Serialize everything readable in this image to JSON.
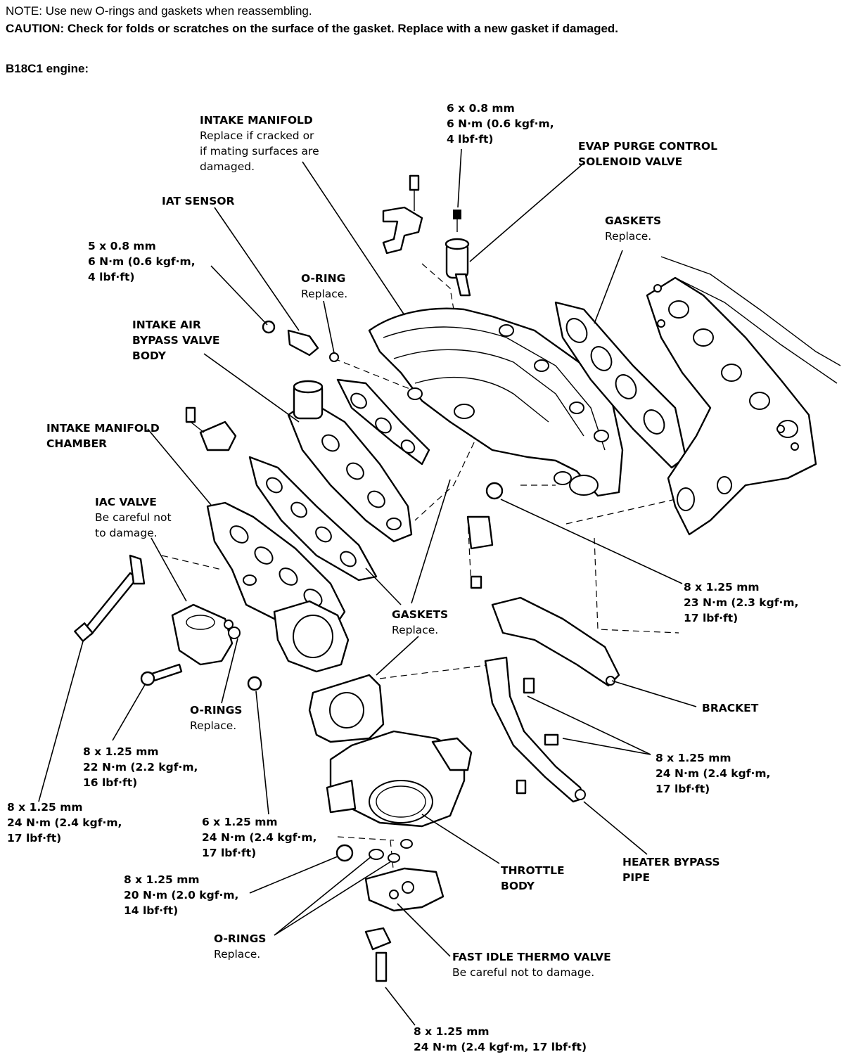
{
  "header": {
    "note_label": "NOTE:",
    "note_text": "Use new O-rings and gaskets when reassembling.",
    "caution_label": "CAUTION:",
    "caution_text": "Check for folds or scratches on the surface of the gasket. Replace with a new gasket if damaged.",
    "engine": "B18C1 engine:"
  },
  "labels": {
    "intake_manifold": {
      "title": "INTAKE MANIFOLD",
      "lines": [
        "Replace if cracked or",
        "if mating surfaces are",
        "damaged."
      ]
    },
    "bolt_6x08": {
      "lines": [
        "6 x 0.8 mm",
        "6 N·m (0.6 kgf·m,",
        "4 lbf·ft)"
      ]
    },
    "evap": {
      "lines": [
        "EVAP PURGE CONTROL",
        "SOLENOID VALVE"
      ]
    },
    "gaskets_top": {
      "title": "GASKETS",
      "lines": [
        "Replace."
      ]
    },
    "iat_sensor": {
      "title": "IAT SENSOR"
    },
    "bolt_5x08": {
      "lines": [
        "5 x 0.8 mm",
        "6 N·m (0.6 kgf·m,",
        "4 lbf·ft)"
      ]
    },
    "oring_top": {
      "title": "O-RING",
      "lines": [
        "Replace."
      ]
    },
    "iab_valve": {
      "lines": [
        "INTAKE AIR",
        "BYPASS VALVE",
        "BODY"
      ]
    },
    "im_chamber": {
      "lines": [
        "INTAKE MANIFOLD",
        "CHAMBER"
      ]
    },
    "iac_valve": {
      "title": "IAC VALVE",
      "lines": [
        "Be careful not",
        "to damage."
      ]
    },
    "bolt_8x125_23": {
      "lines": [
        "8 x 1.25 mm",
        "23 N·m (2.3 kgf·m,",
        "17 lbf·ft)"
      ]
    },
    "gaskets_mid": {
      "title": "GASKETS",
      "lines": [
        "Replace."
      ]
    },
    "bracket": {
      "title": "BRACKET"
    },
    "orings_mid": {
      "title": "O-RINGS",
      "lines": [
        "Replace."
      ]
    },
    "bolt_8x125_22": {
      "lines": [
        "8 x 1.25 mm",
        "22 N·m (2.2 kgf·m,",
        "16 lbf·ft)"
      ]
    },
    "bolt_8x125_24_right": {
      "lines": [
        "8 x 1.25 mm",
        "24 N·m (2.4 kgf·m,",
        "17 lbf·ft)"
      ]
    },
    "bolt_8x125_24_left": {
      "lines": [
        "8 x 1.25 mm",
        "24 N·m (2.4 kgf·m,",
        "17 lbf·ft)"
      ]
    },
    "bolt_6x125_24": {
      "lines": [
        "6 x 1.25 mm",
        "24 N·m (2.4 kgf·m,",
        "17 lbf·ft)"
      ]
    },
    "heater_pipe": {
      "lines": [
        "HEATER BYPASS",
        "PIPE"
      ]
    },
    "bolt_8x125_20": {
      "lines": [
        "8 x 1.25 mm",
        "20 N·m (2.0 kgf·m,",
        "14 lbf·ft)"
      ]
    },
    "throttle_body": {
      "lines": [
        "THROTTLE",
        "BODY"
      ]
    },
    "orings_bottom": {
      "title": "O-RINGS",
      "lines": [
        "Replace."
      ]
    },
    "fast_idle": {
      "title": "FAST IDLE THERMO VALVE",
      "lines": [
        "Be careful not to damage."
      ]
    },
    "bolt_bottom": {
      "lines": [
        "8 x 1.25 mm",
        "24 N·m (2.4 kgf·m, 17 lbf·ft)"
      ]
    }
  }
}
